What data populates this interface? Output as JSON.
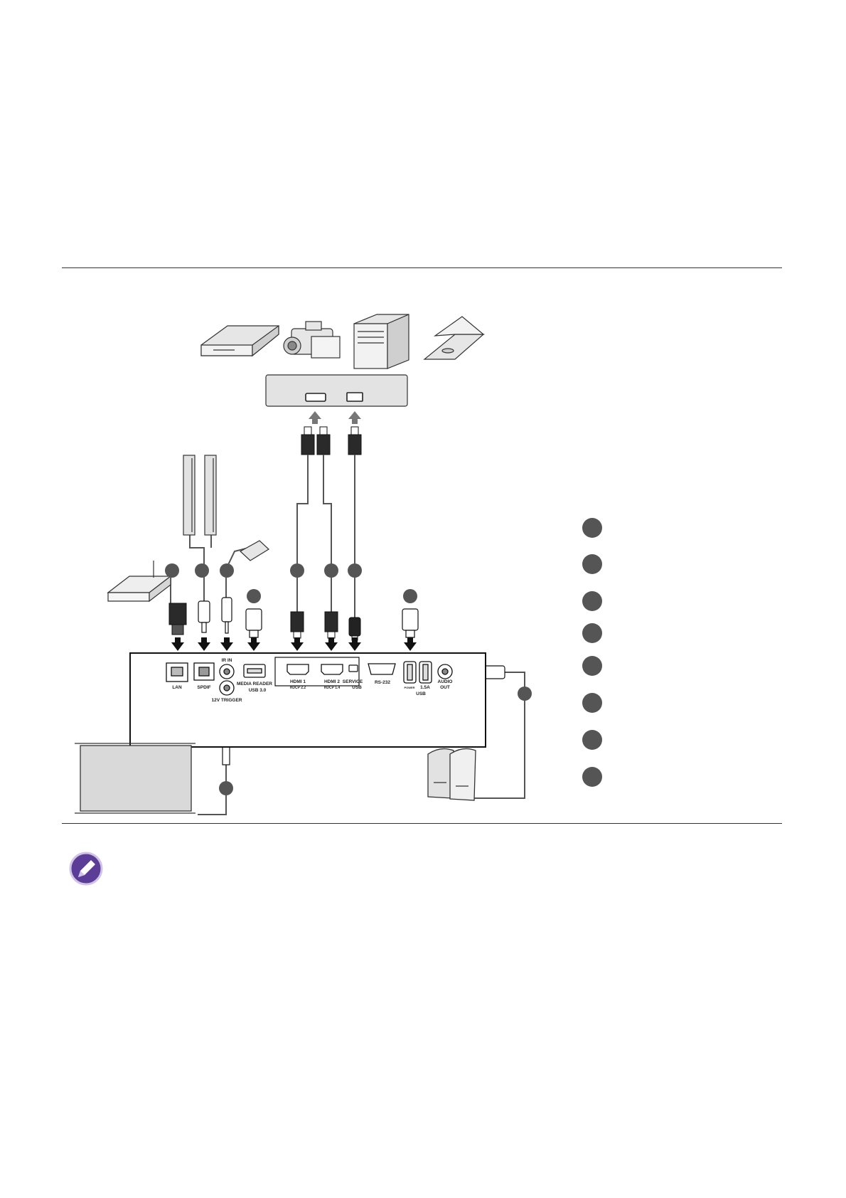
{
  "ports": {
    "lan": "LAN",
    "spdif": "SPDIF",
    "ir_in": "IR IN",
    "trigger": "12V TRIGGER",
    "media_reader": "MEDIA READER",
    "usb30": "USB 3.0",
    "hdmi1": "HDMI 1",
    "hdcp1": "HDCP 2.2",
    "hdmi2": "HDMI 2",
    "hdcp2": "HDCP 1.4",
    "service": "SERVICE",
    "service_usb": "USB",
    "rs232": "RS-232",
    "usb_power": "POWER",
    "usb_current": "1.5A",
    "usb": "USB",
    "audio_out_1": "AUDIO",
    "audio_out_2": "OUT"
  },
  "colors": {
    "line": "#1a1a1a",
    "cable": "#555555",
    "device_fill": "#d9d9d9",
    "marker": "#555555",
    "note_icon": "#5b3c96"
  },
  "legend_marker_count": 8,
  "note_icon": "pencil-icon"
}
